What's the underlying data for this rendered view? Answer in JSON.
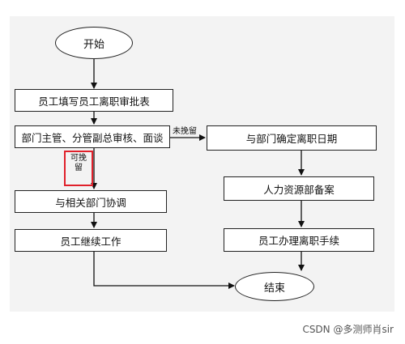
{
  "nodes": {
    "start": "开始",
    "fill_form": "员工填写员工离职审批表",
    "review": "部门主管、分管副总审核、面谈",
    "coordinate": "与相关部门协调",
    "continue_work": "员工继续工作",
    "confirm_date": "与部门确定离职日期",
    "hr_record": "人力资源部备案",
    "procedures": "员工办理离职手续",
    "end": "结束"
  },
  "edges": {
    "not_retained": "未挽留",
    "retainable": "可挽留"
  },
  "watermark": "CSDN @多测师肖sir",
  "colors": {
    "highlight": "#e0202a"
  }
}
